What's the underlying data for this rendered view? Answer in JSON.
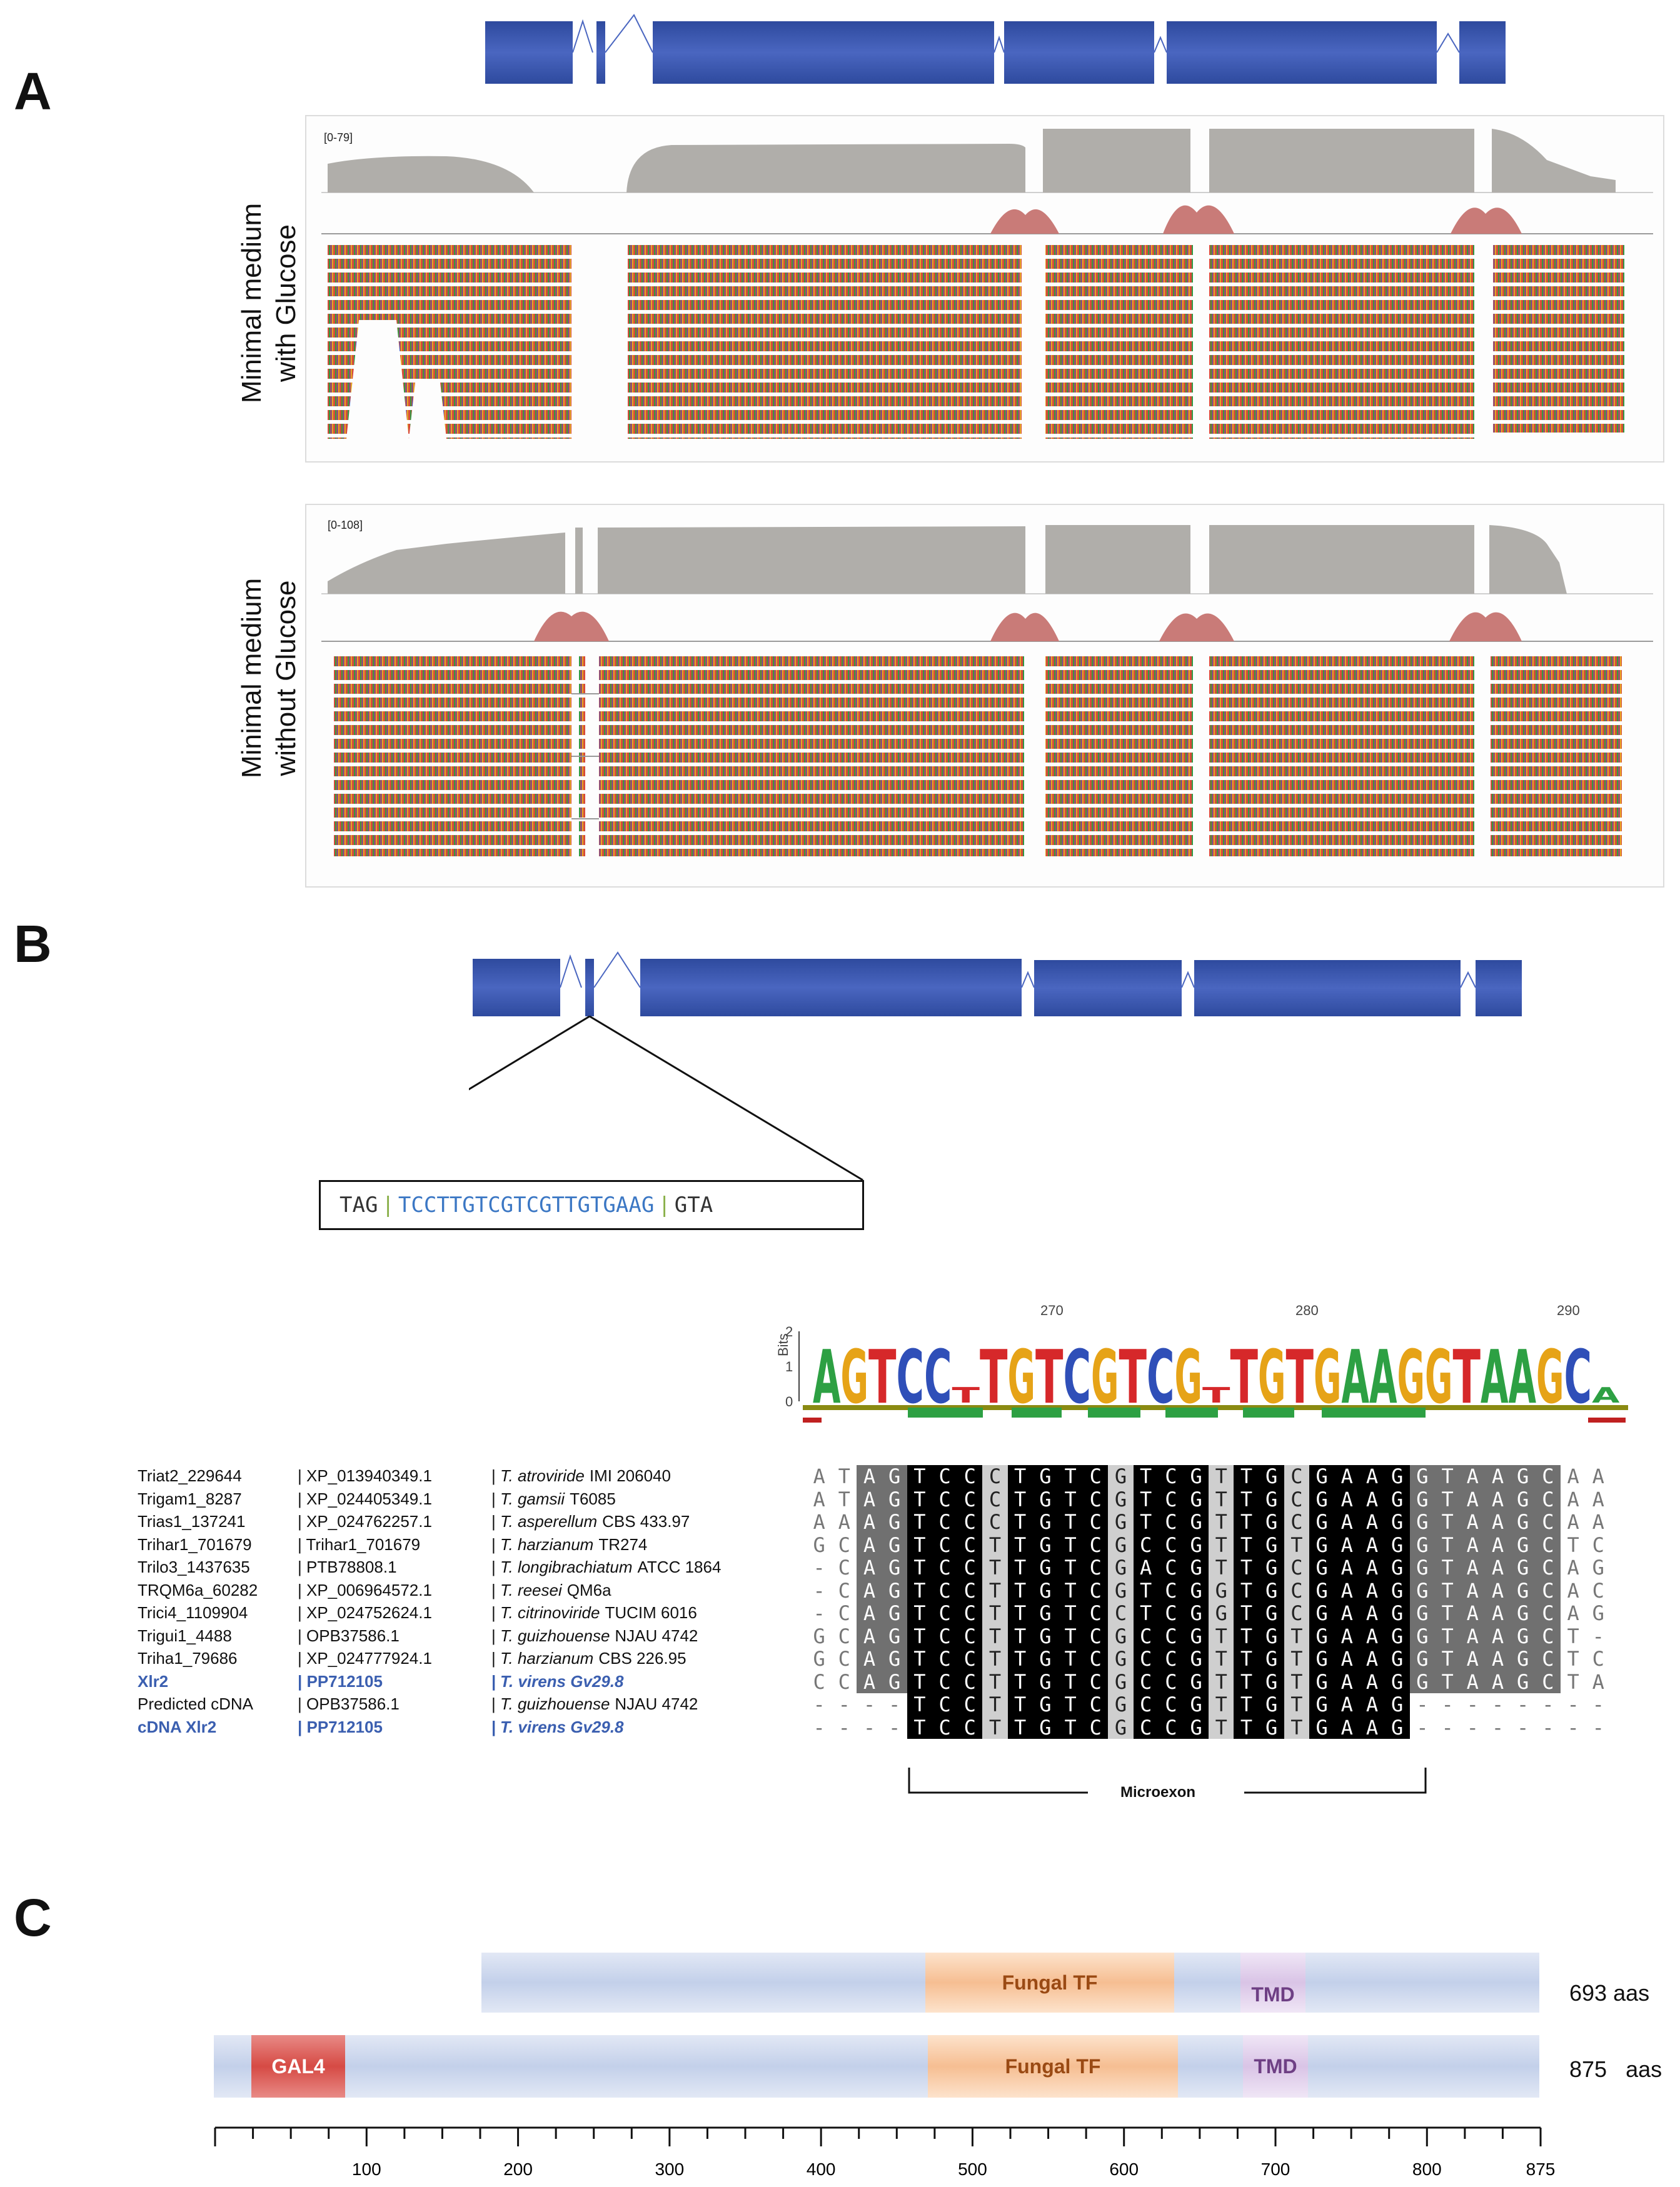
{
  "panels": {
    "a_letter": "A",
    "b_letter": "B",
    "c_letter": "C"
  },
  "panel_a": {
    "track1": {
      "side_label_line1": "Minimal medium",
      "side_label_line2": "with Glucose",
      "range": "[0-79]"
    },
    "track2": {
      "side_label_line1": "Minimal medium",
      "side_label_line2": "without Glucose",
      "range": "[0-108]"
    },
    "colors": {
      "exon": "#3c55a8",
      "coverage": "#b0aeaa",
      "junction": "#c97b78"
    }
  },
  "panel_b": {
    "sequence": {
      "left": "TAG",
      "middle": "TCCTTGTCGTCGTTGTGAAG",
      "right": "GTA"
    },
    "logo": {
      "y_label": "Bits",
      "y_ticks": [
        "2",
        "1",
        "0"
      ],
      "position_labels": [
        "270",
        "280",
        "290"
      ]
    },
    "alignment_rows": [
      {
        "id": "Triat2_229644",
        "acc": "| XP_013940349.1",
        "sp_italic": "T. atroviride",
        "strain": "IMI 206040",
        "seq": "ATAGTCCCTGTCGTCGTTGCGAAGGTAAGCAA",
        "blue": false
      },
      {
        "id": "Trigam1_8287",
        "acc": "| XP_024405349.1",
        "sp_italic": "T. gamsii",
        "strain": "T6085",
        "seq": "ATAGTCCCTGTCGTCGTTGCGAAGGTAAGCAA",
        "blue": false
      },
      {
        "id": "Trias1_137241",
        "acc": "| XP_024762257.1",
        "sp_italic": "T. asperellum",
        "strain": "CBS 433.97",
        "seq": "AAAGTCCCTGTCGTCGTTGCGAAGGTAAGCAA",
        "blue": false
      },
      {
        "id": "Trihar1_701679",
        "acc": "| Trihar1_701679",
        "sp_italic": "T. harzianum",
        "strain": "TR274",
        "seq": "GCAGTCCTTGTCGCCGTTGTGAAGGTAAGCTC",
        "blue": false
      },
      {
        "id": "Trilo3_1437635",
        "acc": "| PTB78808.1",
        "sp_italic": "T. longibrachiatum",
        "strain": "ATCC 1864",
        "seq": "-CAGTCCTTGTCGACGTTGCGAAGGTAAGCAG",
        "blue": false
      },
      {
        "id": "TRQM6a_60282",
        "acc": "| XP_006964572.1",
        "sp_italic": "T. reesei",
        "strain": "QM6a",
        "seq": "-CAGTCCTTGTCGTCGGTGCGAAGGTAAGCAC",
        "blue": false
      },
      {
        "id": "Trici4_1109904",
        "acc": "| XP_024752624.1",
        "sp_italic": "T. citrinoviride",
        "strain": "TUCIM 6016",
        "seq": "-CAGTCCTTGTCCTCGGTGCGAAGGTAAGCAG",
        "blue": false
      },
      {
        "id": "Trigui1_4488",
        "acc": "| OPB37586.1",
        "sp_italic": "T. guizhouense",
        "strain": "NJAU 4742",
        "seq": "GCAGTCCTTGTCGCCGTTGTGAAGGTAAGCT-",
        "blue": false
      },
      {
        "id": "Triha1_79686",
        "acc": "| XP_024777924.1",
        "sp_italic": "T. harzianum",
        "strain": "CBS 226.95",
        "seq": "GCAGTCCTTGTCGCCGTTGTGAAGGTAAGCTC",
        "blue": false
      },
      {
        "id": "Xlr2",
        "acc": "| PP712105",
        "sp_italic": "T. virens Gv29.8",
        "strain": "",
        "seq": "CCAGTCCTTGTCGCCGTTGTGAAGGTAAGCTA",
        "blue": true
      },
      {
        "id": "Predicted cDNA",
        "acc": "| OPB37586.1",
        "sp_italic": "T. guizhouense",
        "strain": "NJAU 4742",
        "seq": "----TCCTTGTCGCCGTTGTGAAG--------",
        "blue": false
      },
      {
        "id": "cDNA Xlr2",
        "acc": "| PP712105",
        "sp_italic": "T. virens Gv29.8",
        "strain": "",
        "seq": "----TCCTTGTCGCCGTTGTGAAG--------",
        "blue": true
      }
    ],
    "species_prefix": "| ",
    "microexon_label": "Microexon"
  },
  "panel_c": {
    "protein1": {
      "length_label": "693 aas",
      "fungal_tf": "Fungal TF",
      "tmd": "TMD"
    },
    "protein2": {
      "length_label": "875   aas",
      "gal4": "GAL4",
      "fungal_tf": "Fungal TF",
      "tmd": "TMD"
    },
    "axis_labels": [
      "100",
      "200",
      "300",
      "400",
      "500",
      "600",
      "700",
      "800",
      "875"
    ],
    "colors": {
      "backbone": "#c7d3ec",
      "fungal_tf": "#f7c49a",
      "tmd": "#dcc8e8",
      "gal4": "#d9534f"
    }
  }
}
